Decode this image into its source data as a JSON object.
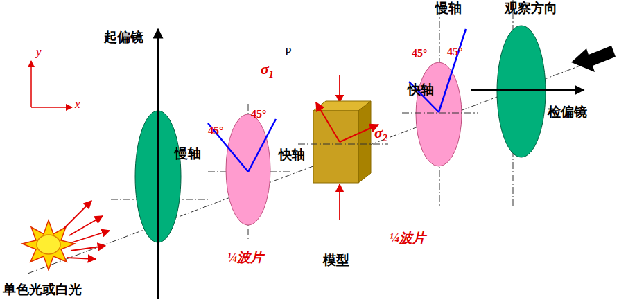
{
  "diagram": {
    "labels": [
      "y",
      "x",
      "起偏镜",
      "慢轴",
      "45°",
      "45°",
      "快轴",
      "σ1",
      "P",
      "σ2",
      "快轴",
      "慢轴",
      "45°",
      "45°",
      "观察方向",
      "检偏镜",
      "¼波片",
      "模型",
      "¼波片",
      "单色光或白光"
    ]
  }
}
